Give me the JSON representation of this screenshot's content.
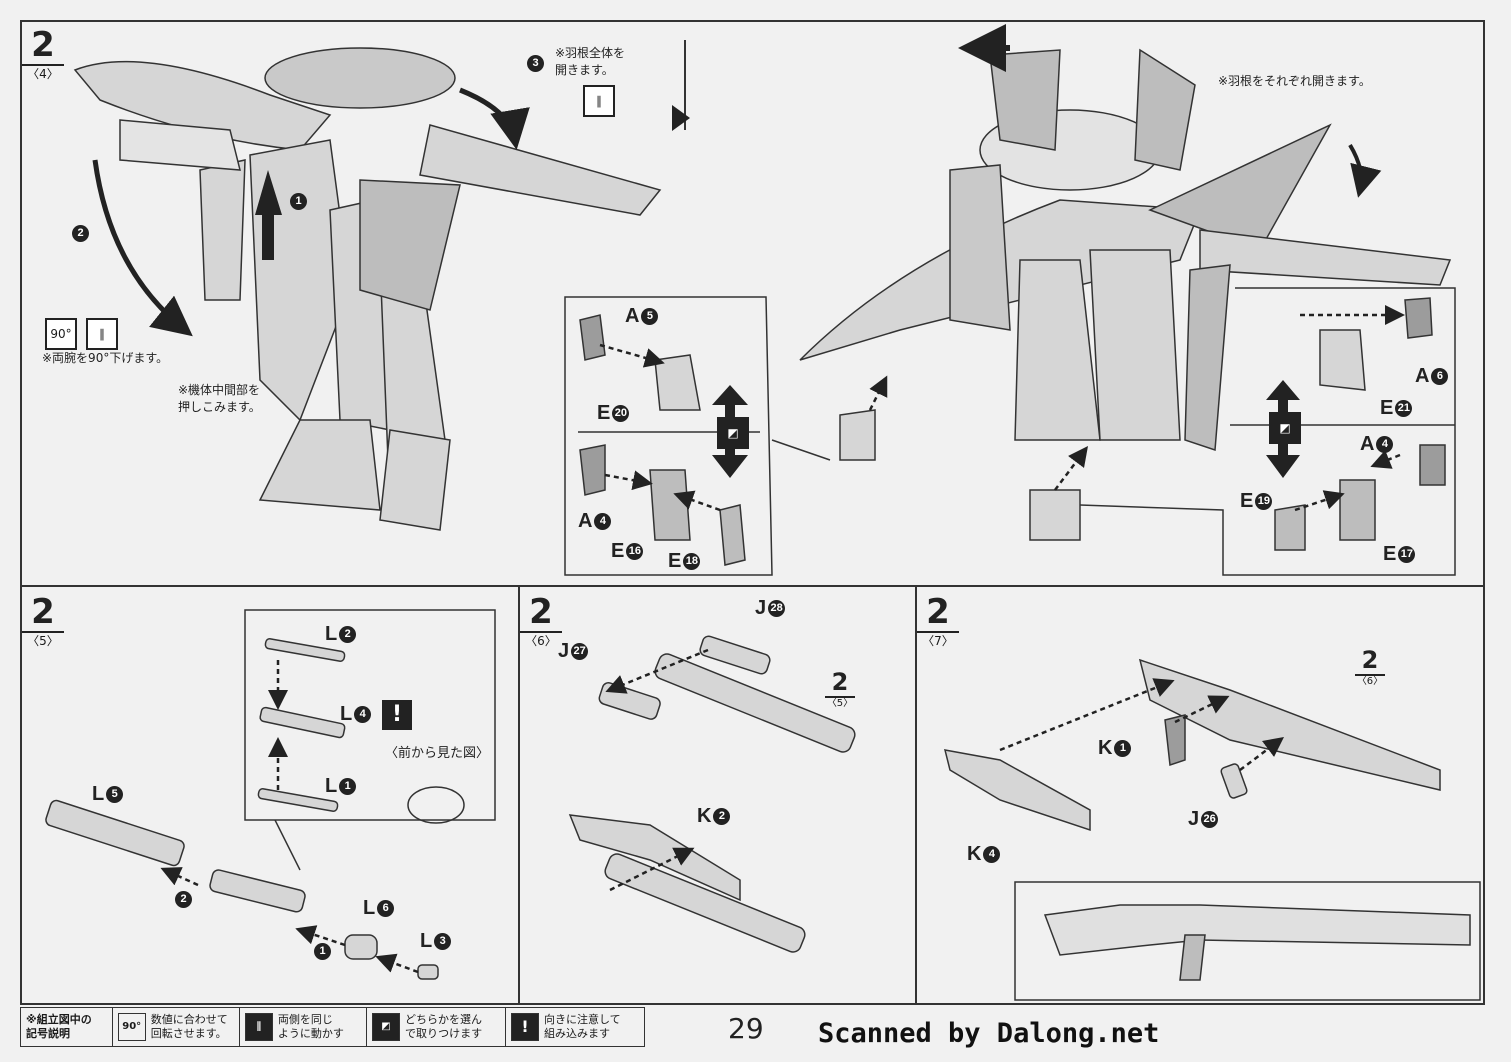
{
  "steps": {
    "s4": {
      "num": "2",
      "sub": "〈4〉"
    },
    "s5": {
      "num": "2",
      "sub": "〈5〉"
    },
    "s6": {
      "num": "2",
      "sub": "〈6〉"
    },
    "s7": {
      "num": "2",
      "sub": "〈7〉"
    },
    "ref5": {
      "num": "2",
      "sub": "〈5〉"
    },
    "ref6": {
      "num": "2",
      "sub": "〈6〉"
    }
  },
  "notes": {
    "open_whole_wing": "※羽根全体を\n開きます。",
    "lower_arms": "※両腕を90°下げます。",
    "push_center": "※機体中間部を\n押しこみます。",
    "open_each_wing": "※羽根をそれぞれ開きます。",
    "front_view": "〈前から見た図〉",
    "rotate_90": "90°"
  },
  "callouts": {
    "c1": "1",
    "c2": "2",
    "c3": "3"
  },
  "parts": {
    "a5": {
      "letter": "A",
      "num": "5"
    },
    "e20": {
      "letter": "E",
      "num": "20"
    },
    "a4_left": {
      "letter": "A",
      "num": "4"
    },
    "e16": {
      "letter": "E",
      "num": "16"
    },
    "e18": {
      "letter": "E",
      "num": "18"
    },
    "a6": {
      "letter": "A",
      "num": "6"
    },
    "e21": {
      "letter": "E",
      "num": "21"
    },
    "a4_right": {
      "letter": "A",
      "num": "4"
    },
    "e19": {
      "letter": "E",
      "num": "19"
    },
    "e17": {
      "letter": "E",
      "num": "17"
    },
    "l2": {
      "letter": "L",
      "num": "2"
    },
    "l4": {
      "letter": "L",
      "num": "4"
    },
    "l1": {
      "letter": "L",
      "num": "1"
    },
    "l5": {
      "letter": "L",
      "num": "5"
    },
    "l6": {
      "letter": "L",
      "num": "6"
    },
    "l3": {
      "letter": "L",
      "num": "3"
    },
    "j27": {
      "letter": "J",
      "num": "27"
    },
    "j28": {
      "letter": "J",
      "num": "28"
    },
    "k2": {
      "letter": "K",
      "num": "2"
    },
    "k1": {
      "letter": "K",
      "num": "1"
    },
    "j26": {
      "letter": "J",
      "num": "26"
    },
    "k4": {
      "letter": "K",
      "num": "4"
    }
  },
  "legend": {
    "header": "※組立図中の\n記号説明",
    "rotate_icon": "90°",
    "rotate_text": "数値に合わせて\n回転させます。",
    "both_text": "両側を同じ\nように動かす",
    "choose_text": "どちらかを選ん\nで取りつけます",
    "warn_icon": "!",
    "warn_text": "向きに注意して\n組み込みます"
  },
  "page_number": "29",
  "credit": "Scanned by Dalong.net"
}
